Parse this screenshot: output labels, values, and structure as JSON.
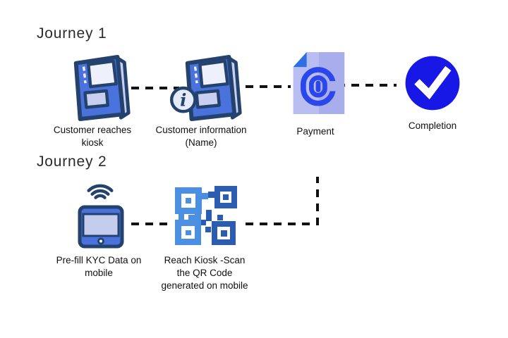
{
  "journey1": {
    "title": "Journey 1",
    "steps": [
      {
        "label": "Customer reaches\nkiosk",
        "icon": "kiosk-icon"
      },
      {
        "label": "Customer information\n(Name)",
        "icon": "kiosk-info-icon"
      },
      {
        "label": "Payment",
        "icon": "payment-fingerprint-document-icon"
      },
      {
        "label": "Completion",
        "icon": "checkmark-circle-icon"
      }
    ]
  },
  "journey2": {
    "title": "Journey 2",
    "steps": [
      {
        "label": "Pre-fill KYC Data on\nmobile",
        "icon": "mobile-wifi-icon"
      },
      {
        "label": "Reach Kiosk -Scan\nthe QR Code\ngenerated on mobile",
        "icon": "qr-code-icon"
      }
    ]
  },
  "colors": {
    "navy": "#24426e",
    "kioskBlue": "#4a72dd",
    "lavender": "#c9cfee",
    "screenWhite": "#eef1fb",
    "phoneScreen": "#c5cdec",
    "docLight": "#b9bef2",
    "docDark": "#a8adeb",
    "foldBlue": "#2f6fe4",
    "fpBlue": "#2b46ea",
    "checkBlue": "#1717e6",
    "qrLight": "#4b8fe2",
    "qrDark": "#2b5cb0",
    "lineColor": "#111111",
    "textColor": "#101010",
    "titleColor": "#2b2b2b",
    "background": "#ffffff"
  }
}
